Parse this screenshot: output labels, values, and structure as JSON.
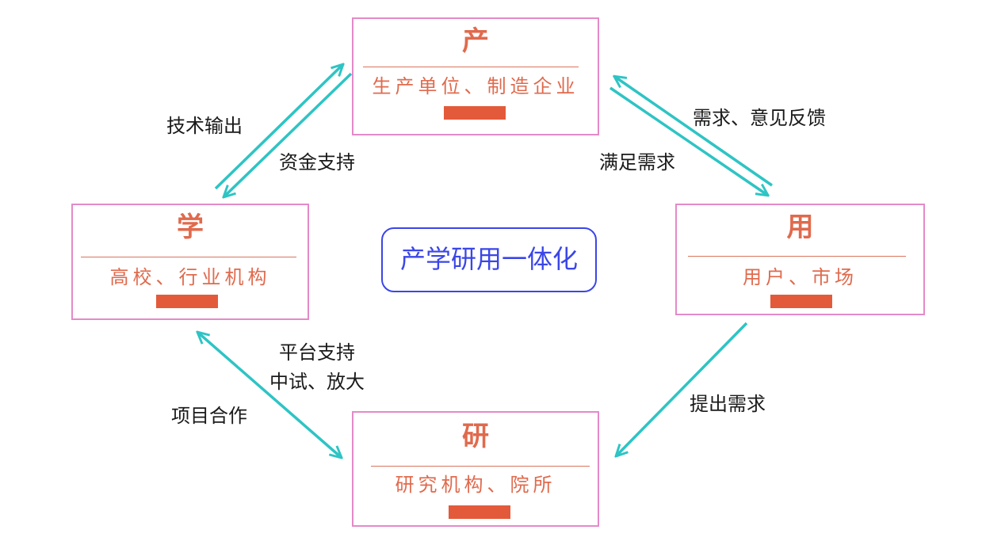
{
  "center": {
    "label": "产学研用一体化"
  },
  "nodes": {
    "chan": {
      "title": "产",
      "subtitle": "生产单位、制造企业"
    },
    "xue": {
      "title": "学",
      "subtitle": "高校、行业机构"
    },
    "yong": {
      "title": "用",
      "subtitle": "用户、市场"
    },
    "yan": {
      "title": "研",
      "subtitle": "研究机构、院所"
    }
  },
  "edges": {
    "xue_to_chan": "技术输出",
    "chan_to_xue": "资金支持",
    "yong_to_chan": "需求、意见反馈",
    "chan_to_yong": "满足需求",
    "yan_to_xue_1": "平台支持",
    "yan_to_xue_2": "中试、放大",
    "xue_yan": "项目合作",
    "yong_to_yan": "提出需求"
  },
  "colors": {
    "node_border": "#e48ac9",
    "node_text": "#e06a4d",
    "node_bar": "#e35a3a",
    "center": "#3b46e8",
    "arrow": "#2ec4c4"
  }
}
